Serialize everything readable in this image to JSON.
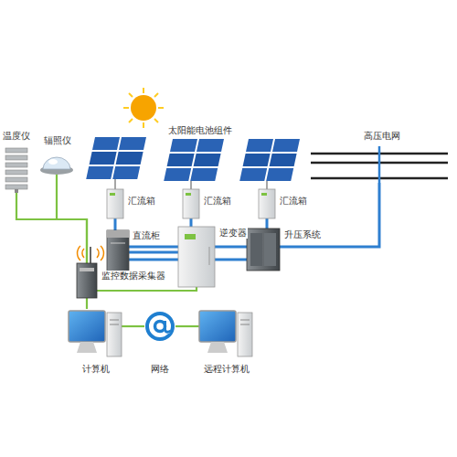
{
  "diagram": {
    "nodes": [
      {
        "text": [
          "温度仪"
        ]
      },
      {
        "text": [
          "辐照仪"
        ]
      },
      {
        "text": [
          "汇流箱"
        ]
      },
      {
        "text": [
          "汇流箱"
        ]
      },
      {
        "text": [
          "汇流箱"
        ]
      },
      {
        "text": [
          "直流柜"
        ]
      },
      {
        "text": [
          "逆变器"
        ]
      },
      {
        "text": [
          "升压系统"
        ]
      },
      {
        "text": [
          "高压电网"
        ]
      },
      {
        "text": [
          "监控数据采集器"
        ]
      },
      {
        "text": [
          "计算机"
        ]
      },
      {
        "text": [
          "网络"
        ]
      },
      {
        "text": [
          "远程计算机"
        ]
      }
    ],
    "edges": [
      {
        "from": 2,
        "to": 5,
        "arrow": "none"
      },
      {
        "from": 3,
        "to": 5,
        "arrow": "none"
      },
      {
        "from": 4,
        "to": 5,
        "arrow": "none"
      },
      {
        "from": 5,
        "to": 6,
        "arrow": "none"
      },
      {
        "from": 6,
        "to": 7,
        "arrow": "none"
      },
      {
        "from": 7,
        "to": 8,
        "arrow": "none"
      },
      {
        "from": 0,
        "to": 9,
        "arrow": "none"
      },
      {
        "from": 1,
        "to": 9,
        "arrow": "none"
      },
      {
        "from": 9,
        "to": 6,
        "arrow": "none"
      },
      {
        "from": 9,
        "to": 10,
        "arrow": "none"
      },
      {
        "from": 10,
        "to": 11,
        "arrow": "none"
      },
      {
        "from": 11,
        "to": 12,
        "arrow": "none"
      }
    ],
    "labels": [
      "太阳能电池组件"
    ]
  }
}
